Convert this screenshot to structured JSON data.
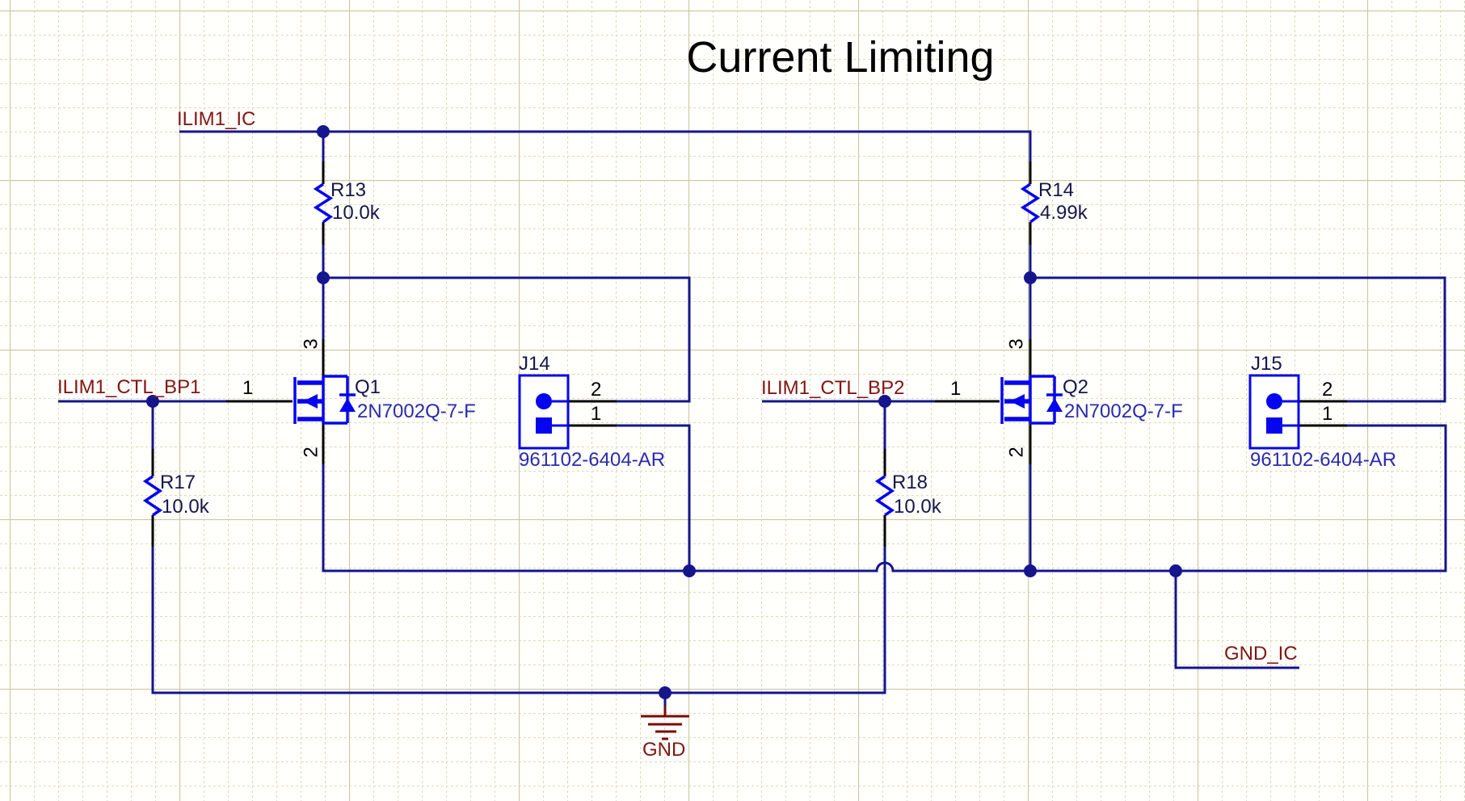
{
  "sheet": {
    "title": "Current Limiting"
  },
  "nets": {
    "ilim1_ic": {
      "label": "ILIM1_IC"
    },
    "ilim1_ctl_bp1": {
      "label": "ILIM1_CTL_BP1"
    },
    "ilim1_ctl_bp2": {
      "label": "ILIM1_CTL_BP2"
    },
    "gnd_ic": {
      "label": "GND_IC"
    },
    "gnd": {
      "label": "GND"
    }
  },
  "components": {
    "r13": {
      "designator": "R13",
      "value": "10.0k"
    },
    "r14": {
      "designator": "R14",
      "value": "4.99k"
    },
    "r17": {
      "designator": "R17",
      "value": "10.0k"
    },
    "r18": {
      "designator": "R18",
      "value": "10.0k"
    },
    "q1": {
      "designator": "Q1",
      "part": "2N7002Q-7-F",
      "pins": {
        "gate": "1",
        "drain": "3",
        "source": "2"
      }
    },
    "q2": {
      "designator": "Q2",
      "part": "2N7002Q-7-F",
      "pins": {
        "gate": "1",
        "drain": "3",
        "source": "2"
      }
    },
    "j14": {
      "designator": "J14",
      "part": "961102-6404-AR",
      "pins": {
        "p1": "1",
        "p2": "2"
      }
    },
    "j15": {
      "designator": "J15",
      "part": "961102-6404-AR",
      "pins": {
        "p1": "1",
        "p2": "2"
      }
    }
  },
  "colors": {
    "background": "#FFFFFB",
    "grid_minor": "#DFD8BD",
    "grid_major": "#CCC5A6",
    "wire": "#15158D",
    "symbol": "#0505EF",
    "pin_stub": "#000000",
    "designator_text": "#16164B",
    "part_text": "#2A2AAE",
    "net_label_text": "#821414",
    "power_port": "#7A0A0A",
    "pin_number_text": "#000000",
    "title_text": "#000000"
  }
}
